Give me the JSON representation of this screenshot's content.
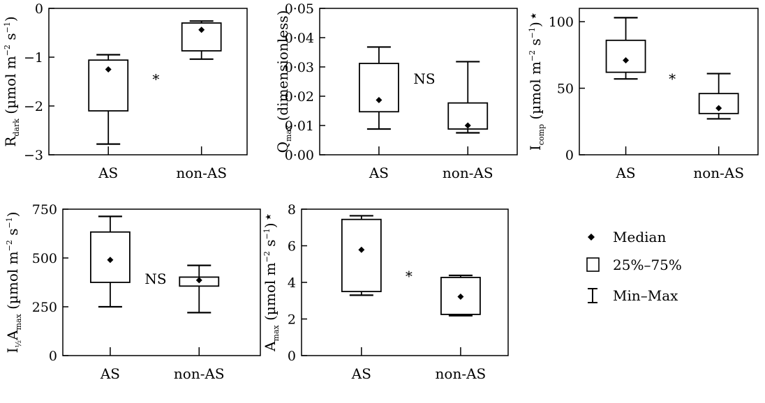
{
  "chart_data": [
    {
      "type": "box",
      "ylabel": {
        "main": "R",
        "sub": "dark",
        "unit": " (µmol m",
        "unit_sup1": "−2",
        "unit_mid": " s",
        "unit_sup2": "−1",
        "unit_end": ")"
      },
      "ylim": [
        -3,
        0
      ],
      "yticks": [
        {
          "v": 0,
          "t": "0"
        },
        {
          "v": -1,
          "t": "−1"
        },
        {
          "v": -2,
          "t": "−2"
        },
        {
          "v": -3,
          "t": "−3"
        }
      ],
      "categories": [
        "AS",
        "non-AS"
      ],
      "boxes": [
        {
          "min": -2.78,
          "q1": -2.1,
          "median": -1.25,
          "q3": -1.06,
          "max": -0.95
        },
        {
          "min": -1.04,
          "q1": -0.87,
          "median": -0.44,
          "q3": -0.3,
          "max": -0.26
        }
      ],
      "significance": "*"
    },
    {
      "type": "box",
      "ylabel": {
        "main": "Q",
        "sub": "max",
        "unit": " (dimensionless)"
      },
      "ylim": [
        0,
        0.05
      ],
      "yticks": [
        {
          "v": 0,
          "t": "0·00"
        },
        {
          "v": 0.01,
          "t": "0·01"
        },
        {
          "v": 0.02,
          "t": "0·02"
        },
        {
          "v": 0.03,
          "t": "0·03"
        },
        {
          "v": 0.04,
          "t": "0·04"
        },
        {
          "v": 0.05,
          "t": "0·05"
        }
      ],
      "categories": [
        "AS",
        "non-AS"
      ],
      "boxes": [
        {
          "min": 0.0088,
          "q1": 0.0147,
          "median": 0.0187,
          "q3": 0.0312,
          "max": 0.0368
        },
        {
          "min": 0.0075,
          "q1": 0.0088,
          "median": 0.01,
          "q3": 0.0177,
          "max": 0.0318
        }
      ],
      "significance": "NS"
    },
    {
      "type": "box",
      "ylabel": {
        "main": "I",
        "sub": "comp",
        "unit": " (µmol m",
        "unit_sup1": "−2",
        "unit_mid": " s",
        "unit_sup2": "−1",
        "unit_end": ")",
        "star": "★"
      },
      "ylim": [
        0,
        110
      ],
      "yticks": [
        {
          "v": 0,
          "t": "0"
        },
        {
          "v": 50,
          "t": "50"
        },
        {
          "v": 100,
          "t": "100"
        }
      ],
      "categories": [
        "AS",
        "non-AS"
      ],
      "boxes": [
        {
          "min": 57,
          "q1": 62,
          "median": 71,
          "q3": 86,
          "max": 103
        },
        {
          "min": 27,
          "q1": 31,
          "median": 35,
          "q3": 46,
          "max": 61
        }
      ],
      "significance": "*"
    },
    {
      "type": "box",
      "ylabel": {
        "main": "I",
        "sub": "½",
        "main2": "A",
        "sub2": "max",
        "unit": " (µmol m",
        "unit_sup1": "−2",
        "unit_mid": " s",
        "unit_sup2": "−1",
        "unit_end": ")"
      },
      "ylim": [
        0,
        750
      ],
      "yticks": [
        {
          "v": 0,
          "t": "0"
        },
        {
          "v": 250,
          "t": "250"
        },
        {
          "v": 500,
          "t": "500"
        },
        {
          "v": 750,
          "t": "750"
        }
      ],
      "categories": [
        "AS",
        "non-AS"
      ],
      "boxes": [
        {
          "min": 250,
          "q1": 375,
          "median": 490,
          "q3": 633,
          "max": 713
        },
        {
          "min": 220,
          "q1": 356,
          "median": 386,
          "q3": 402,
          "max": 462
        }
      ],
      "significance": "NS"
    },
    {
      "type": "box",
      "ylabel": {
        "main": "A",
        "sub": "max",
        "unit": " (µmol m",
        "unit_sup1": "−2",
        "unit_mid": " s",
        "unit_sup2": "−1",
        "unit_end": ")",
        "star": "★"
      },
      "ylim": [
        0,
        8
      ],
      "yticks": [
        {
          "v": 0,
          "t": "0"
        },
        {
          "v": 2,
          "t": "2"
        },
        {
          "v": 4,
          "t": "4"
        },
        {
          "v": 6,
          "t": "6"
        },
        {
          "v": 8,
          "t": "8"
        }
      ],
      "categories": [
        "AS",
        "non-AS"
      ],
      "boxes": [
        {
          "min": 3.3,
          "q1": 3.5,
          "median": 5.78,
          "q3": 7.44,
          "max": 7.64
        },
        {
          "min": 2.18,
          "q1": 2.25,
          "median": 3.22,
          "q3": 4.27,
          "max": 4.38
        }
      ],
      "significance": "*"
    }
  ],
  "legend": {
    "median": "Median",
    "box": "25%–75%",
    "range": "Min–Max"
  }
}
